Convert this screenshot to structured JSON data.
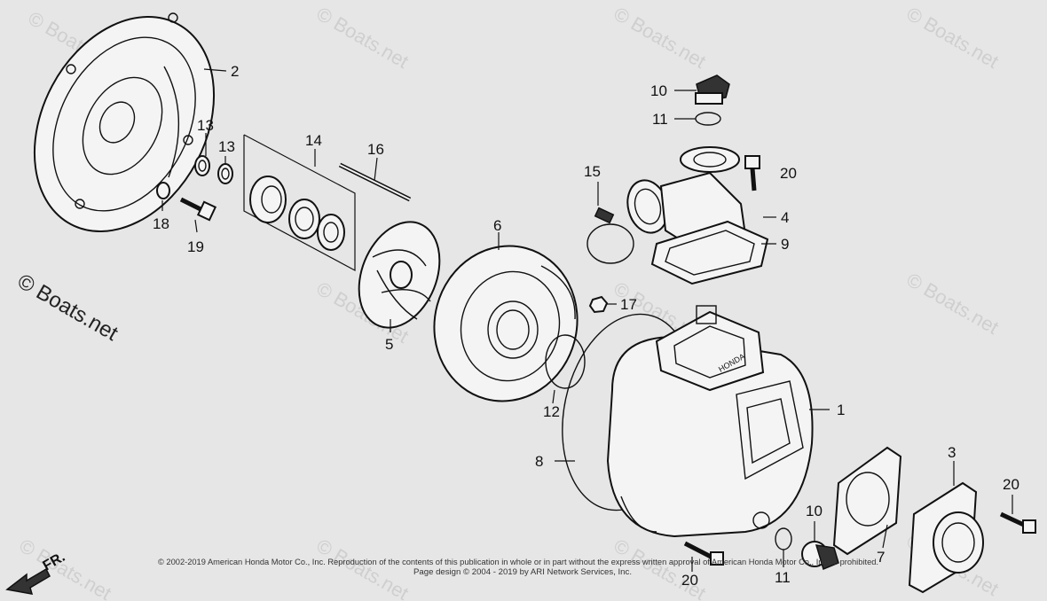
{
  "watermarks": {
    "main": "© Boats.net",
    "repeat": "© Boats.net"
  },
  "copyright": {
    "line1": "© 2002-2019 American Honda Motor Co., Inc. Reproduction of the contents of this publication in whole or in part without the express written approval of American Honda Motor Co., Inc. is prohibited.",
    "line2": "Page design © 2004 - 2019 by ARI Network Services, Inc."
  },
  "direction_label": "FR.",
  "brand_mark": "HONDA",
  "callouts": {
    "c1": "1",
    "c2": "2",
    "c3": "3",
    "c4": "4",
    "c5": "5",
    "c6": "6",
    "c7": "7",
    "c8": "8",
    "c9": "9",
    "c10a": "10",
    "c10b": "10",
    "c11a": "11",
    "c11b": "11",
    "c12": "12",
    "c13a": "13",
    "c13b": "13",
    "c14": "14",
    "c15": "15",
    "c16": "16",
    "c17": "17",
    "c18": "18",
    "c19": "19",
    "c20a": "20",
    "c20b": "20",
    "c20c": "20"
  }
}
